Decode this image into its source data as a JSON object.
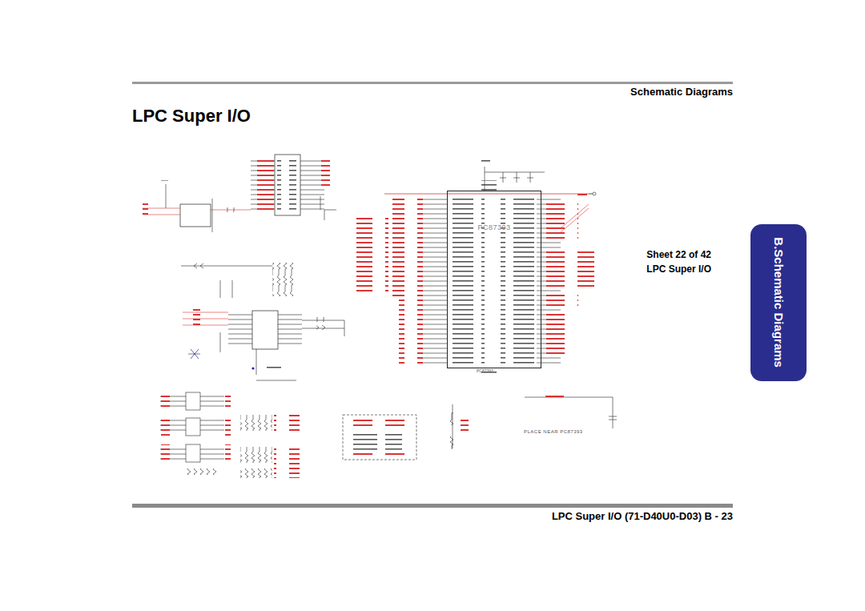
{
  "diagram": {
    "title": "LPC Super I/O",
    "nodes": [
      {
        "text": [
          "PC87393"
        ]
      },
      {
        "text": [
          "PLACE NEAR PC87393"
        ]
      }
    ],
    "labels": [
      "Schematic Diagrams",
      "B.Schematic Diagrams",
      "Sheet 22 of 42",
      "LPC Super I/O",
      "LPC Super I/O (71-D40U0-D03) B - 23",
      "PC87393"
    ]
  }
}
